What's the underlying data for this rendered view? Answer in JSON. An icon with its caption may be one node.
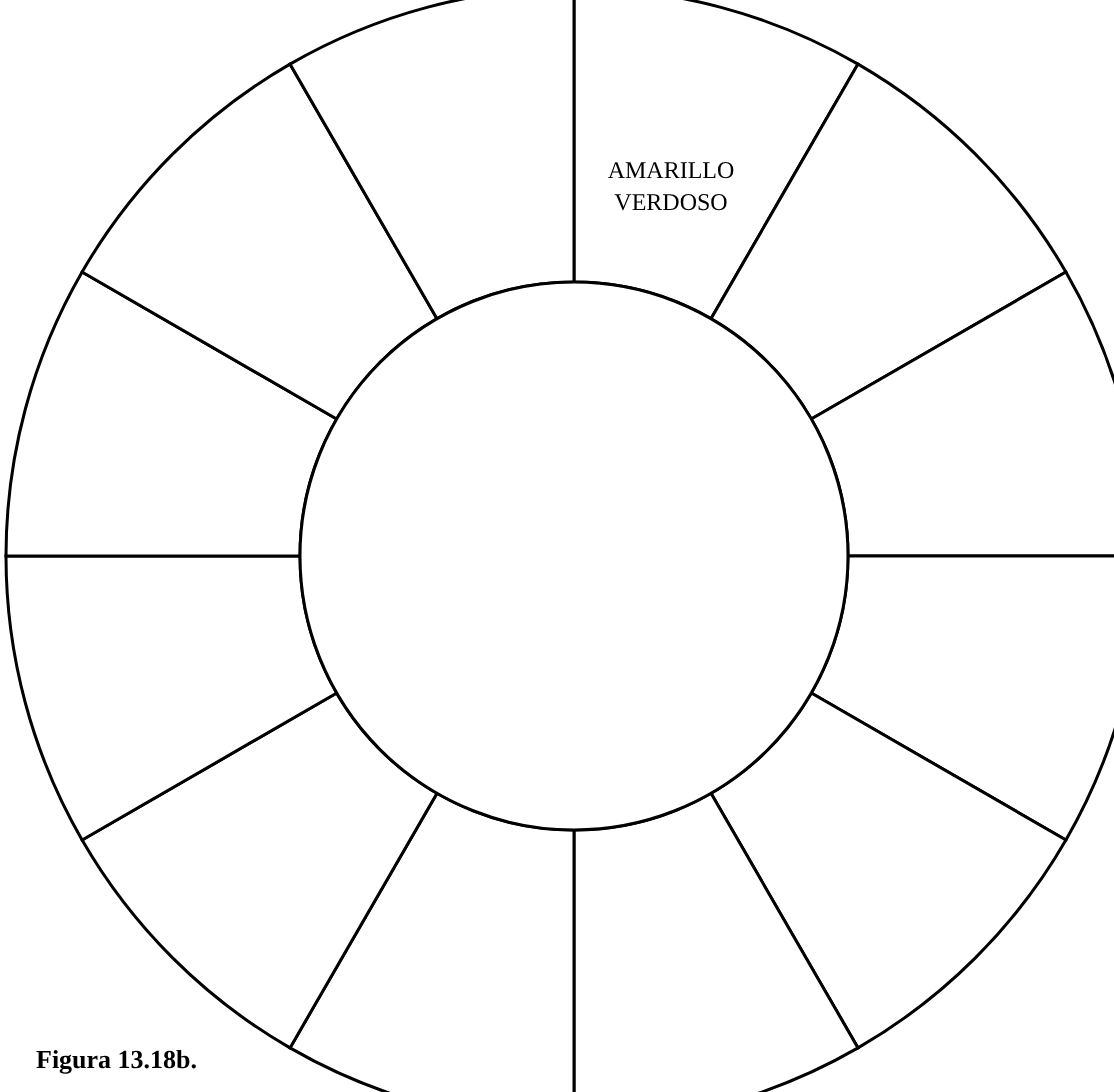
{
  "diagram": {
    "caption": "Figura 13.18b.",
    "nodes": [
      {
        "text": [
          "AMARILLO VERDOSO"
        ]
      },
      {
        "text": [],
        "shape": "sector"
      },
      {
        "text": [],
        "shape": "sector"
      },
      {
        "text": [],
        "shape": "sector"
      },
      {
        "text": [],
        "shape": "sector"
      },
      {
        "text": [],
        "shape": "sector"
      },
      {
        "text": [],
        "shape": "sector"
      },
      {
        "text": [],
        "shape": "sector"
      },
      {
        "text": [],
        "shape": "sector"
      },
      {
        "text": [],
        "shape": "sector"
      },
      {
        "text": [],
        "shape": "sector"
      },
      {
        "text": [],
        "shape": "sector"
      },
      {
        "text": [],
        "shape": "circle"
      }
    ]
  }
}
